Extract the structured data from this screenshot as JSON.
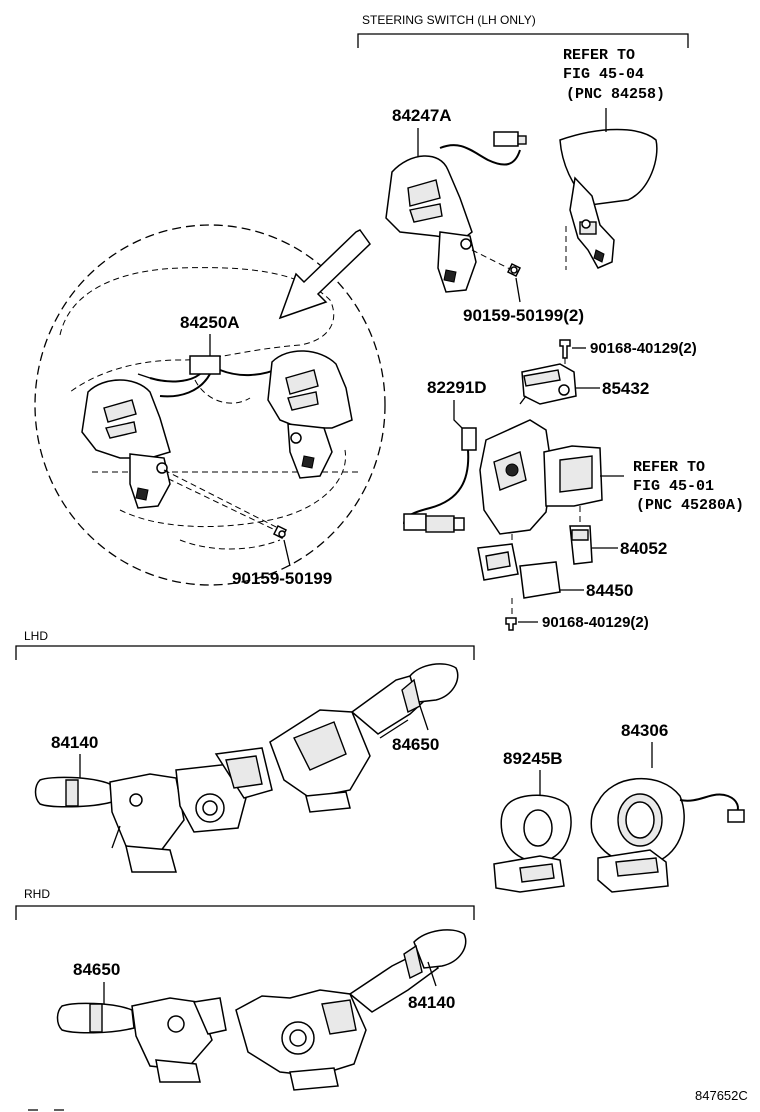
{
  "sections": {
    "steering_switch": "STEERING SWITCH (LH ONLY)",
    "lhd": "LHD",
    "rhd": "RHD"
  },
  "refs": {
    "fig_45_04": {
      "line1": "REFER TO",
      "line2": "FIG 45-04",
      "line3": "(PNC 84258)"
    },
    "fig_45_01": {
      "line1": "REFER TO",
      "line2": "FIG 45-01",
      "line3": "(PNC 45280A)"
    }
  },
  "parts": {
    "p84247A": "84247A",
    "p90159_50199_2": "90159-50199(2)",
    "p84250A": "84250A",
    "p90168_40129_2_top": "90168-40129(2)",
    "p85432": "85432",
    "p82291D": "82291D",
    "p84052": "84052",
    "p84450": "84450",
    "p90159_50199": "90159-50199",
    "p90168_40129_2_bottom": "90168-40129(2)",
    "p84140_lhd": "84140",
    "p84650_lhd": "84650",
    "p89245B": "89245B",
    "p84306": "84306",
    "p84650_rhd": "84650",
    "p84140_rhd": "84140"
  },
  "diagram_code": "847652C"
}
